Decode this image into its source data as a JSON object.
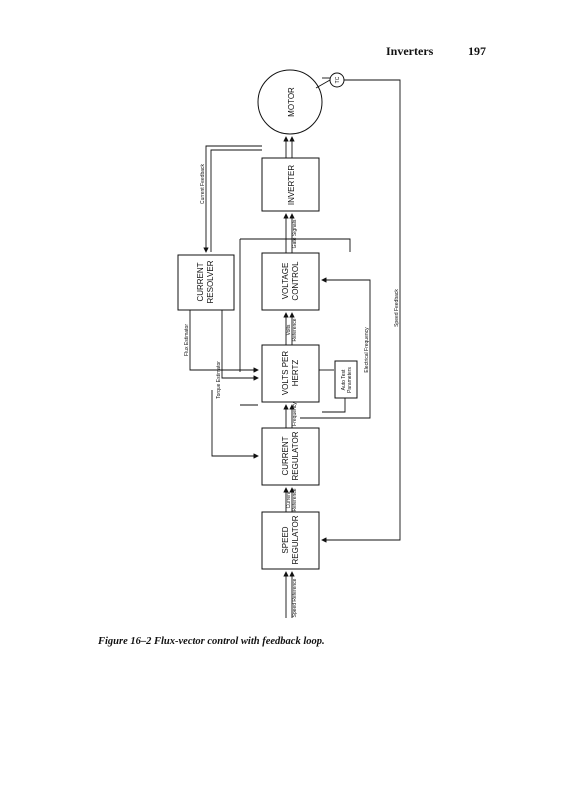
{
  "header": {
    "section_title": "Inverters",
    "page_number": "197"
  },
  "diagram": {
    "blocks": {
      "motor": "MOTOR",
      "inverter": "INVERTER",
      "voltage_control_1": "VOLTAGE",
      "voltage_control_2": "CONTROL",
      "volts_per_hertz_1": "VOLTS PER",
      "volts_per_hertz_2": "HERTZ",
      "current_regulator_1": "CURRENT",
      "current_regulator_2": "REGULATOR",
      "speed_regulator_1": "SPEED",
      "speed_regulator_2": "REGULATOR",
      "current_resolver_1": "CURRENT",
      "current_resolver_2": "RESOLVER",
      "tachometer": "TC",
      "auto_test_1": "Auto Test",
      "auto_test_2": "Parameters"
    },
    "signals": {
      "speed_reference": "Speed Reference",
      "current_reference_1": "Current",
      "current_reference_2": "Reference",
      "frequency": "Frequency",
      "volts_reference_1": "Volts",
      "volts_reference_2": "Reference",
      "gate_signals": "Gate Signals",
      "current_feedback": "Current Feedback",
      "flux_estimator": "Flux Estimator",
      "torque_estimator": "Torque Estimator",
      "electrical_frequency": "Electrical Frequency",
      "speed_feedback": "Speed Feedback"
    }
  },
  "caption": "Figure 16–2  Flux-vector control with feedback loop."
}
